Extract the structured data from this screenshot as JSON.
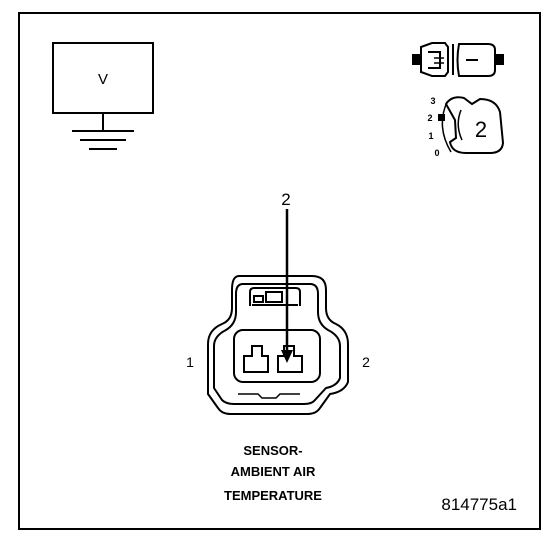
{
  "meter": {
    "symbol": "V"
  },
  "probe_icon": {
    "scale_ticks": [
      "3",
      "2",
      "1",
      "0"
    ],
    "position_number": "2"
  },
  "connector": {
    "probe_terminal_label": "2",
    "left_cavity_label": "1",
    "right_cavity_label": "2"
  },
  "caption": {
    "line1": "SENSOR-",
    "line2": "AMBIENT AIR",
    "line3": "TEMPERATURE"
  },
  "figure_id": "814775a1"
}
